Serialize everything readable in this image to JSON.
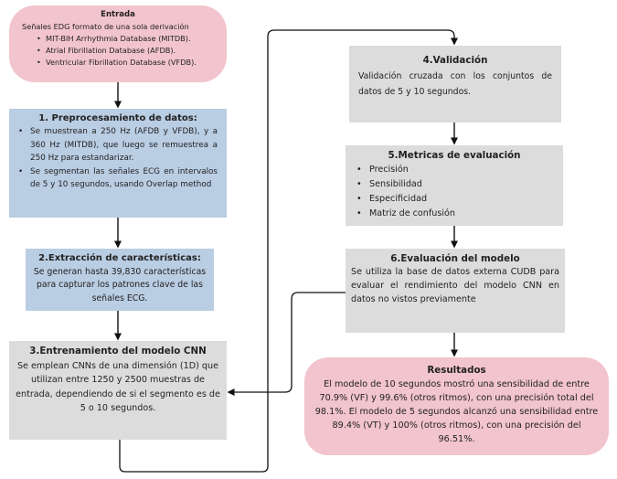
{
  "entrada": {
    "title": "Entrada",
    "intro": "Señales EDG formato de una sola derivación",
    "items": [
      "MIT-BIH Arrhythmia Database (MITDB).",
      "Atrial Fibrillation Database (AFDB).",
      "Ventricular Fibrillation Database (VFDB)."
    ]
  },
  "preprocesamiento": {
    "title": "1. Preprocesamiento de datos:",
    "items": [
      "Se muestrean a 250 Hz (AFDB y VFDB), y a 360 Hz (MITDB), que luego se remuestrea a 250 Hz para estandarizar.",
      "Se segmentan las señales ECG en intervalos de 5 y 10 segundos, usando Overlap method"
    ]
  },
  "extraccion": {
    "title": "2.Extracción de características:",
    "body": "Se generan hasta 39,830 características para capturar los patrones clave de las señales ECG."
  },
  "entrenamiento": {
    "title": "3.Entrenamiento del modelo CNN",
    "body": "Se emplean CNNs de una dimensión (1D) que utilizan entre 1250 y 2500 muestras de entrada, dependiendo de si el segmento es de 5 o 10 segundos."
  },
  "validacion": {
    "title": "4.Validación",
    "body": "Validación cruzada con los conjuntos de datos de 5 y 10 segundos."
  },
  "metricas": {
    "title": "5.Metricas de evaluación",
    "items": [
      "Precisión",
      "Sensibilidad",
      "Especificidad",
      "Matriz de confusión"
    ]
  },
  "evaluacion": {
    "title": "6.Evaluación del modelo",
    "body": "Se utiliza la base de datos externa CUDB para evaluar el rendimiento del modelo CNN en datos no vistos previamente"
  },
  "resultados": {
    "title": "Resultados",
    "body": "El modelo de 10 segundos mostró una sensibilidad de entre 70.9% (VF) y 99.6% (otros ritmos), con una precisión total del 98.1%. El modelo de 5 segundos alcanzó una sensibilidad entre 89.4% (VT) y 100% (otros ritmos), con una precisión del 96.51%."
  },
  "colors": {
    "pink": "#f2c4cd",
    "blue": "#b9cde3",
    "gray": "#dcdcdc",
    "arrow": "#111111"
  }
}
